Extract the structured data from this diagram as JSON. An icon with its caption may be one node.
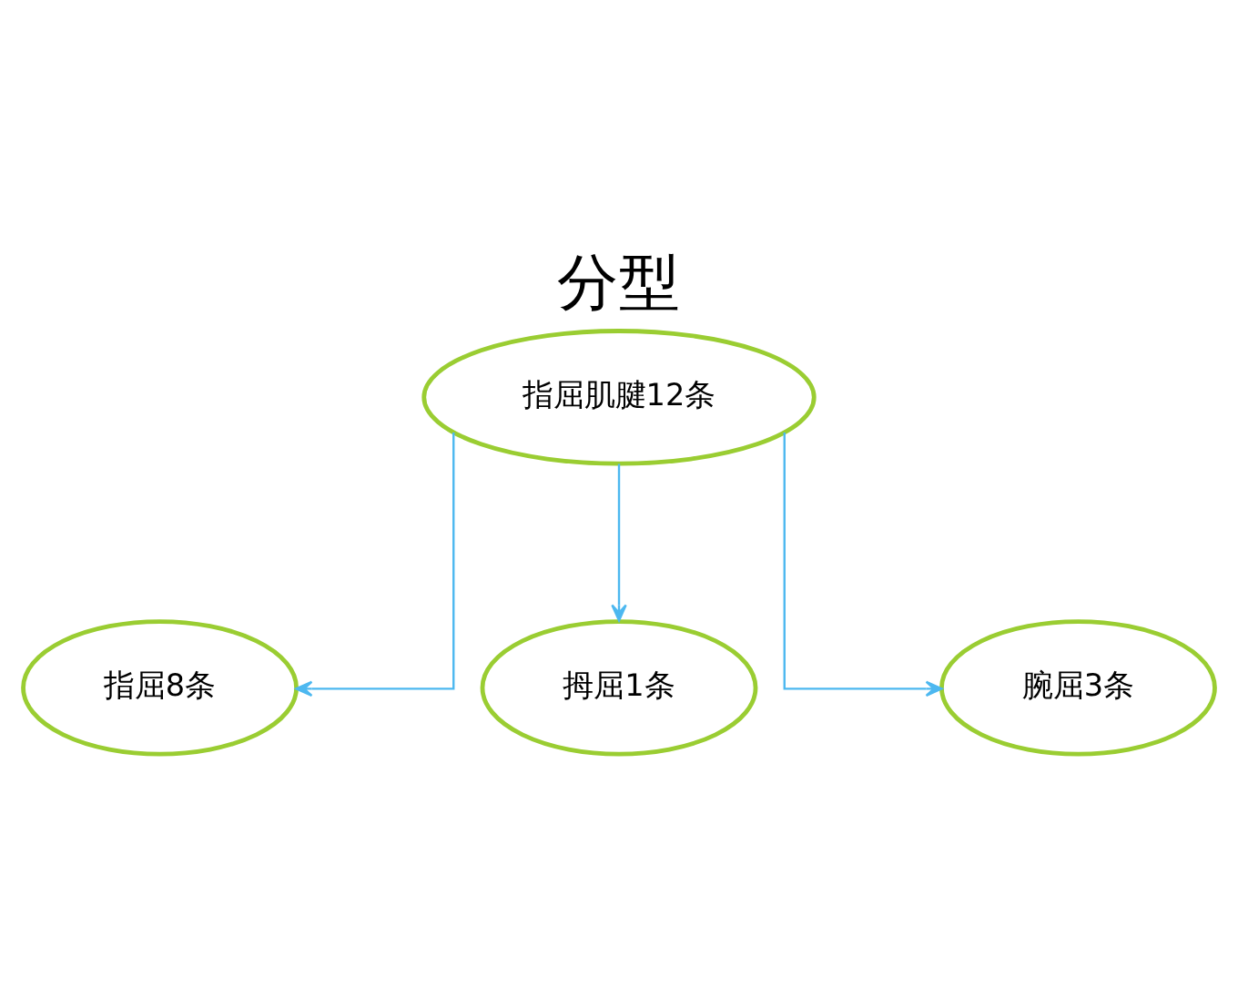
{
  "diagram": {
    "title": "分型",
    "nodes": [
      {
        "text": [
          "指屈肌腱12条"
        ]
      },
      {
        "text": [
          "指屈8条"
        ]
      },
      {
        "text": [
          "拇屈1条"
        ]
      },
      {
        "text": [
          "腕屈3条"
        ]
      }
    ],
    "edges": [
      {
        "from": 0,
        "to": 1,
        "arrow": "to"
      },
      {
        "from": 0,
        "to": 2,
        "arrow": "to"
      },
      {
        "from": 0,
        "to": 3,
        "arrow": "to"
      }
    ]
  }
}
